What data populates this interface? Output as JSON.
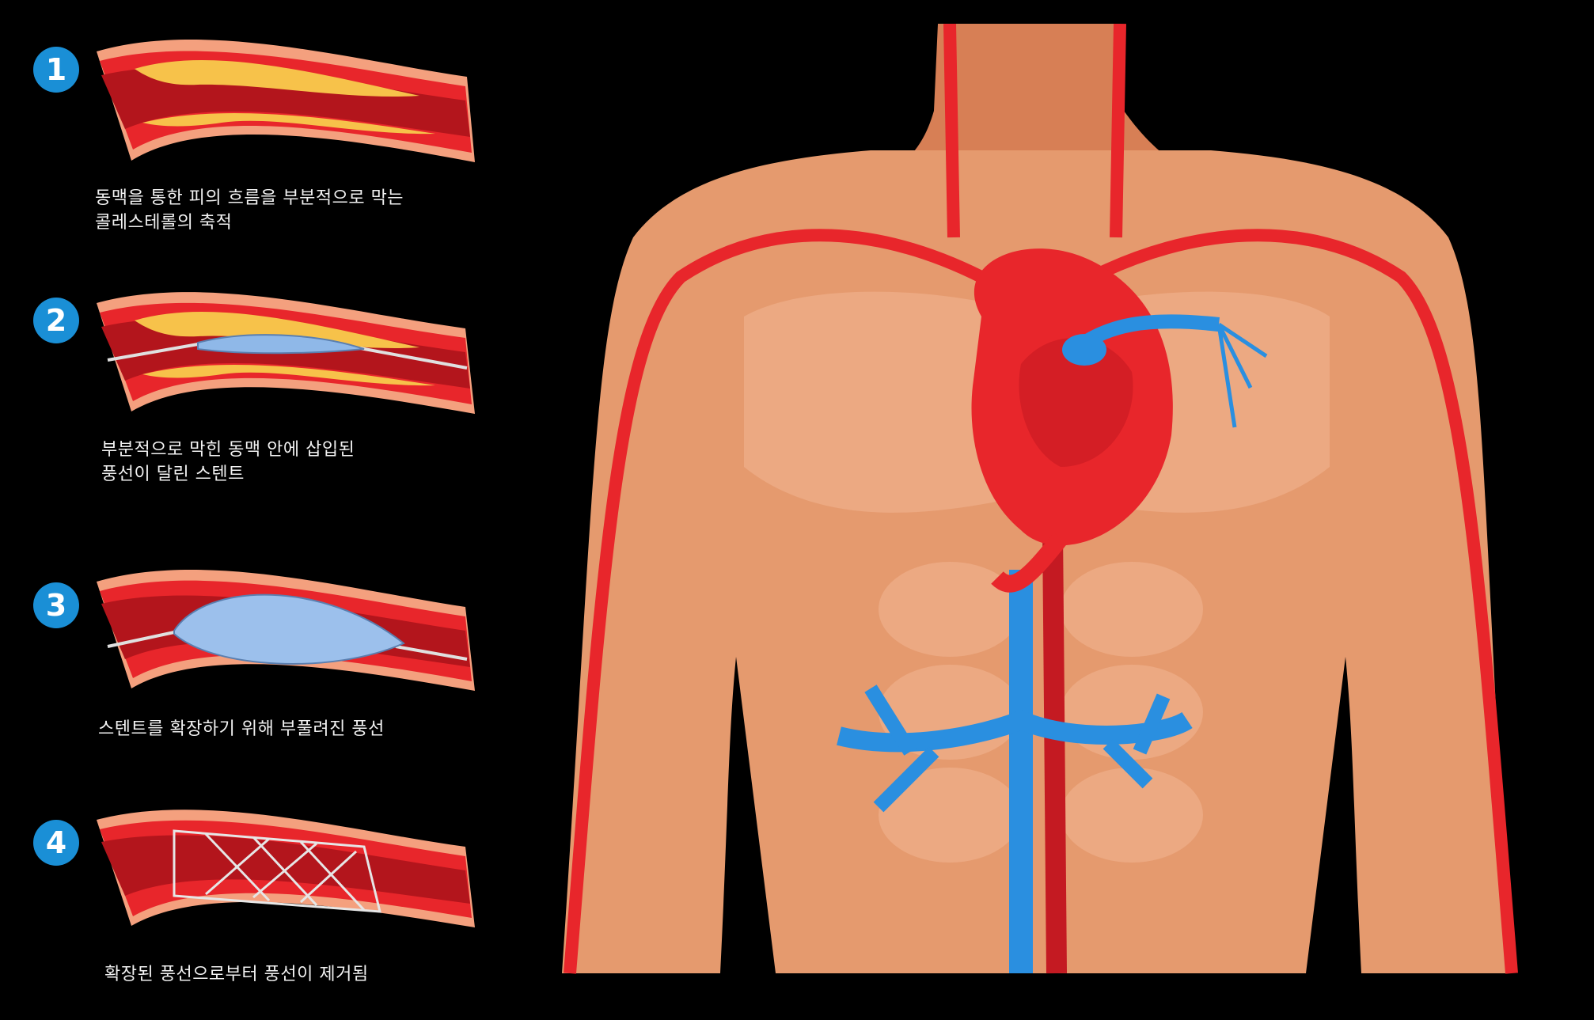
{
  "steps": [
    {
      "number": "1",
      "lines": [
        "동맥을 통한 피의 흐름을 부분적으로 막는",
        "콜레스테롤의 축적"
      ]
    },
    {
      "number": "2",
      "lines": [
        "부분적으로 막힌 동맥 안에 삽입된",
        "풍선이 달린 스텐트"
      ]
    },
    {
      "number": "3",
      "lines": [
        "스텐트를 확장하기 위해 부풀려진 풍선"
      ]
    },
    {
      "number": "4",
      "lines": [
        "확장된 풍선으로부터 풍선이 제거됨"
      ]
    }
  ],
  "colors": {
    "background": "#000000",
    "badge": "#1a8fd6",
    "artery_red": "#e8262b",
    "artery_dark": "#b3151c",
    "plaque": "#f7c24a",
    "vein_blue": "#2a8fe0",
    "skin": "#e59a6e",
    "caption_text": "#f2f2f2"
  }
}
